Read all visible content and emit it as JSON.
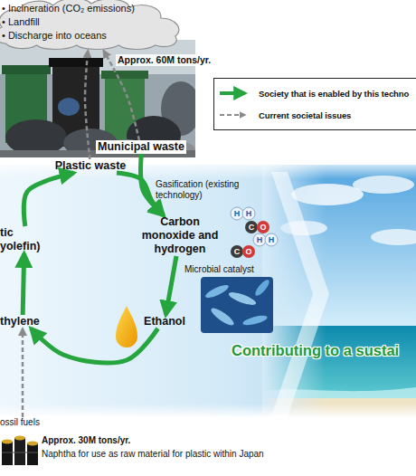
{
  "diagram": {
    "nodes": [
      {
        "text": [
          "• Incineration (CO₂ emissions)",
          "• Landfill",
          "• Discharge into oceans"
        ]
      },
      {
        "text": [
          "Plastic waste"
        ]
      },
      {
        "text": [
          "Municipal waste"
        ]
      },
      {
        "text": [
          "Carbon monoxide and hydrogen"
        ]
      },
      {
        "text": [
          "Ethanol"
        ]
      },
      {
        "text": [
          "thylene"
        ]
      },
      {
        "text": [
          "tic yolefin)"
        ]
      },
      {
        "text": [
          "ossil fuels"
        ]
      }
    ],
    "edges": [
      {
        "from": 1,
        "to": 3,
        "label": "Gasification (existing technology)",
        "arrow": "to"
      },
      {
        "from": 2,
        "to": 3,
        "arrow": "to"
      },
      {
        "from": 3,
        "to": 4,
        "arrow": "to"
      },
      {
        "from": 4,
        "to": 5,
        "arrow": "to"
      },
      {
        "from": 5,
        "to": 6,
        "arrow": "to"
      },
      {
        "from": 6,
        "to": 1,
        "arrow": "to"
      },
      {
        "from": 1,
        "to": 0,
        "arrow": "to"
      },
      {
        "from": 2,
        "to": 0,
        "arrow": "to"
      },
      {
        "from": 7,
        "to": 5,
        "arrow": "to"
      }
    ],
    "labels": [
      "Approx. 60M tons/yr.",
      "H",
      "H",
      "C",
      "O",
      "C",
      "O",
      "H",
      "H",
      "Microbial catalyst",
      "Contributing to a sustai",
      "Approx. 30M tons/yr.",
      "Naphtha for use as raw material for plastic within Japan"
    ],
    "legend": [
      {
        "text": "Society that is enabled by this techno"
      },
      {
        "text": "Current societal issues"
      }
    ]
  }
}
